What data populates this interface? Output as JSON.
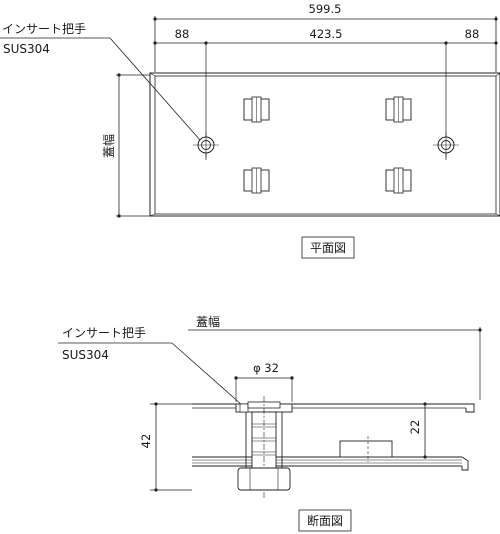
{
  "plan": {
    "dim_total": "599.5",
    "dim_left": "88",
    "dim_center": "423.5",
    "dim_right": "88",
    "handle_label": "インサート把手",
    "material": "SUS304",
    "height_label": "蓋幅",
    "caption": "平面図"
  },
  "section": {
    "handle_label": "インサート把手",
    "material": "SUS304",
    "width_label": "蓋幅",
    "dim_phi": "φ 32",
    "dim_height": "42",
    "dim_inner": "22",
    "caption": "断面図"
  }
}
